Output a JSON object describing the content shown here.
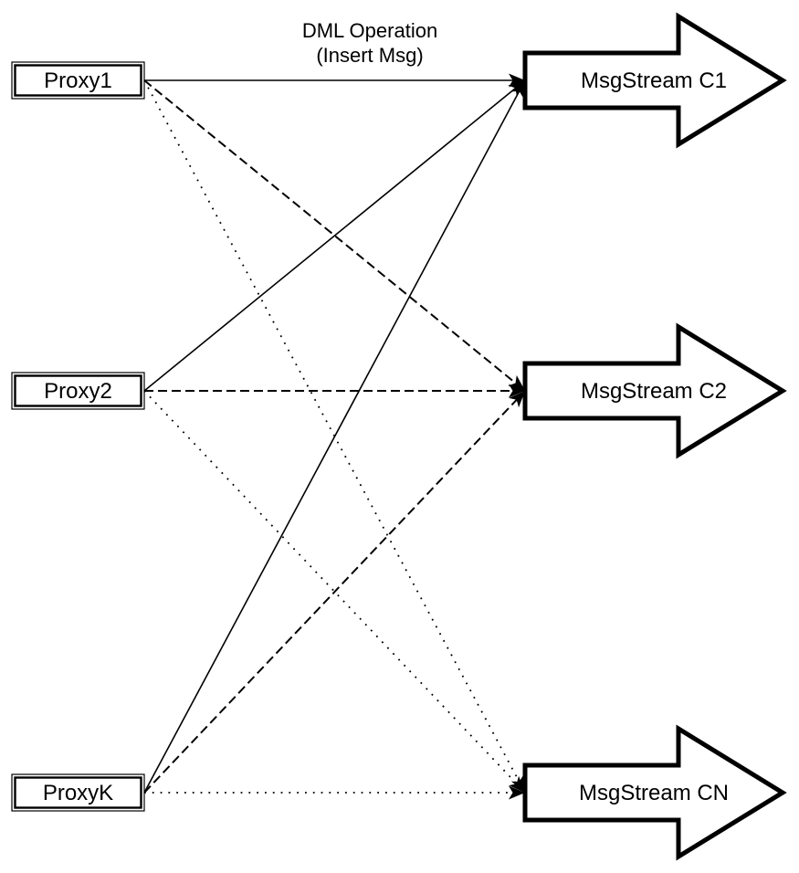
{
  "diagram": {
    "annotation": {
      "line1": "DML Operation",
      "line2": "(Insert Msg)"
    },
    "nodes": {
      "proxies": [
        {
          "id": "Proxy1",
          "label": "Proxy1"
        },
        {
          "id": "Proxy2",
          "label": "Proxy2"
        },
        {
          "id": "ProxyK",
          "label": "ProxyK"
        }
      ],
      "streams": [
        {
          "id": "C1",
          "label": "MsgStream C1"
        },
        {
          "id": "C2",
          "label": "MsgStream C2"
        },
        {
          "id": "CN",
          "label": "MsgStream CN"
        }
      ]
    },
    "edges": [
      {
        "from": "Proxy1",
        "to": "C1",
        "style": "solid"
      },
      {
        "from": "Proxy2",
        "to": "C1",
        "style": "solid"
      },
      {
        "from": "ProxyK",
        "to": "C1",
        "style": "solid"
      },
      {
        "from": "Proxy1",
        "to": "C2",
        "style": "dashed"
      },
      {
        "from": "Proxy2",
        "to": "C2",
        "style": "dashed"
      },
      {
        "from": "ProxyK",
        "to": "C2",
        "style": "dashed"
      },
      {
        "from": "Proxy1",
        "to": "CN",
        "style": "dotted"
      },
      {
        "from": "Proxy2",
        "to": "CN",
        "style": "dotted"
      },
      {
        "from": "ProxyK",
        "to": "CN",
        "style": "dotted"
      }
    ],
    "colors": {
      "ink": "#000000",
      "paper": "#ffffff",
      "node_fill": "#ffffff"
    }
  }
}
